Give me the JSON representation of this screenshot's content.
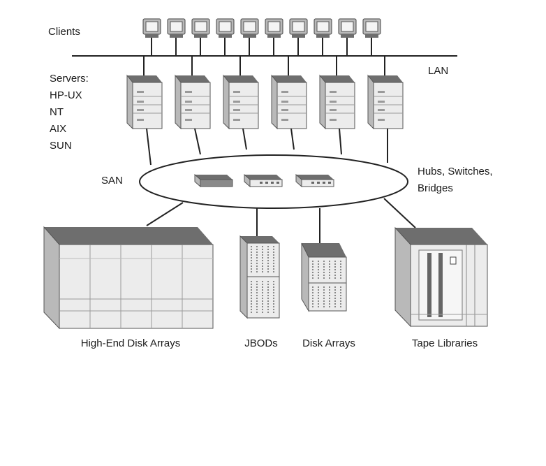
{
  "labels": {
    "clients": "Clients",
    "lan": "LAN",
    "servers_heading": "Servers:",
    "servers_list": [
      "HP-UX",
      "NT",
      "AIX",
      "SUN"
    ],
    "san": "SAN",
    "hubs_line1": "Hubs, Switches,",
    "hubs_line2": "Bridges",
    "high_end": "High-End Disk Arrays",
    "jbods": "JBODs",
    "disk_arrays": "Disk Arrays",
    "tape": "Tape Libraries"
  },
  "counts": {
    "clients": 10,
    "servers": 6,
    "san_devices": 3
  },
  "colors": {
    "line": "#222222",
    "device_face": "#ececec",
    "device_side": "#b9b9b9",
    "device_top": "#6e6e6e",
    "device_detail": "#9a9a9a"
  },
  "icons": {
    "client": "desktop-monitor-icon",
    "server": "tower-server-icon",
    "switch": "network-switch-icon",
    "high_end": "high-end-disk-array-icon",
    "jbod": "jbod-enclosure-icon",
    "disk_array": "disk-array-icon",
    "tape": "tape-library-icon"
  }
}
